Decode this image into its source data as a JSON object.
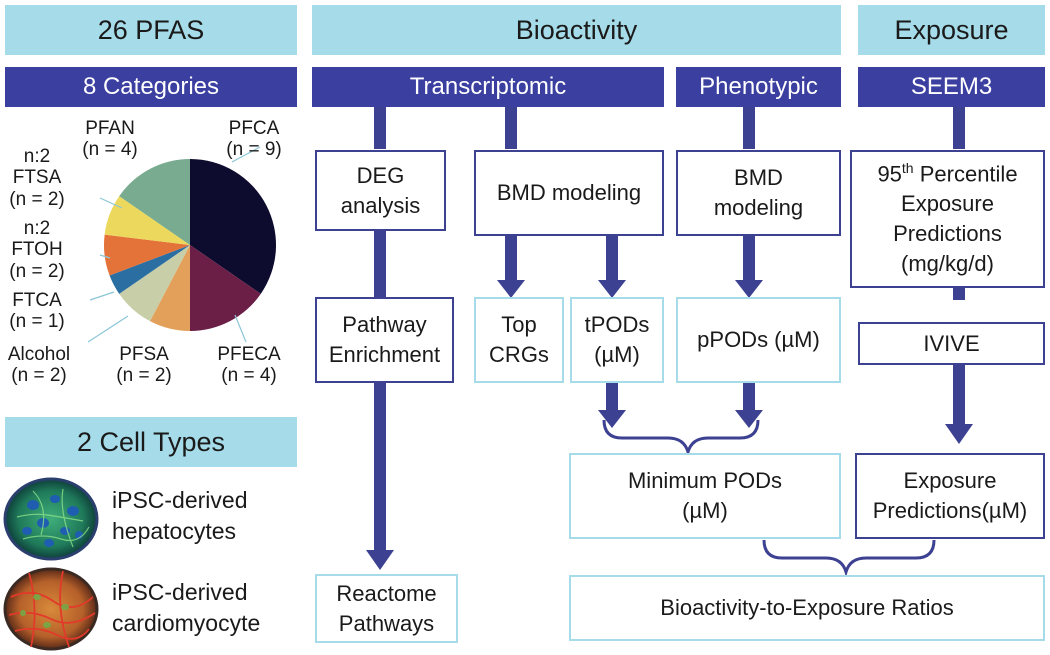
{
  "left": {
    "title": "26 PFAS",
    "categories_header": "8 Categories",
    "cell_types_header": "2 Cell Types",
    "cell_types": [
      {
        "line1": "iPSC-derived",
        "line2": "hepatocytes"
      },
      {
        "line1": "iPSC-derived",
        "line2": "cardiomyocyte"
      }
    ]
  },
  "chart_data": {
    "type": "pie",
    "slices": [
      {
        "line1": "PFCA",
        "line2": "(n = 9)",
        "value": 9,
        "color": "#0d0b2e"
      },
      {
        "line1": "PFECA",
        "line2": "(n = 4)",
        "value": 4,
        "color": "#6b1f47"
      },
      {
        "line1": "PFSA",
        "line2": "(n = 2)",
        "value": 2,
        "color": "#e2a05a"
      },
      {
        "line1": "Alcohol",
        "line2": "(n = 2)",
        "value": 2,
        "color": "#c8cfa8"
      },
      {
        "line1": "FTCA",
        "line2": "(n = 1)",
        "value": 1,
        "color": "#2a6ea2"
      },
      {
        "line1": "n:2",
        "line2": "FTOH",
        "line3": "(n = 2)",
        "value": 2,
        "color": "#e4733a"
      },
      {
        "line1": "n:2",
        "line2": "FTSA",
        "line3": "(n = 2)",
        "value": 2,
        "color": "#ecd85c"
      },
      {
        "line1": "PFAN",
        "line2": "(n = 4)",
        "value": 4,
        "color": "#79ab90"
      }
    ]
  },
  "bioactivity": {
    "title": "Bioactivity",
    "transcriptomic_header": "Transcriptomic",
    "phenotypic_header": "Phenotypic",
    "deg": {
      "line1": "DEG",
      "line2": "analysis"
    },
    "bmd_t": "BMD modeling",
    "bmd_p": {
      "line1": "BMD",
      "line2": "modeling"
    },
    "pathway": {
      "line1": "Pathway",
      "line2": "Enrichment"
    },
    "top_crgs": {
      "line1": "Top",
      "line2": "CRGs"
    },
    "tpods": {
      "line1": "tPODs",
      "line2": "(µM)"
    },
    "ppods": "pPODs (µM)",
    "min_pods": {
      "line1": "Minimum PODs",
      "line2": "(µM)"
    },
    "reactome": {
      "line1": "Reactome",
      "line2": "Pathways"
    },
    "ber": "Bioactivity-to-Exposure Ratios"
  },
  "exposure": {
    "title": "Exposure",
    "seem_header": "SEEM3",
    "percentile": {
      "num": "95",
      "sup": "th",
      "rest": " Percentile",
      "line2": "Exposure",
      "line3": "Predictions",
      "line4": "(mg/kg/d)"
    },
    "ivive": "IVIVE",
    "pred": {
      "line1": "Exposure",
      "line2": "Predictions(µM)"
    }
  },
  "colors": {
    "light_header": "#a6dbe9",
    "dark_header": "#3a3fa0",
    "arrow": "#3d4191"
  }
}
